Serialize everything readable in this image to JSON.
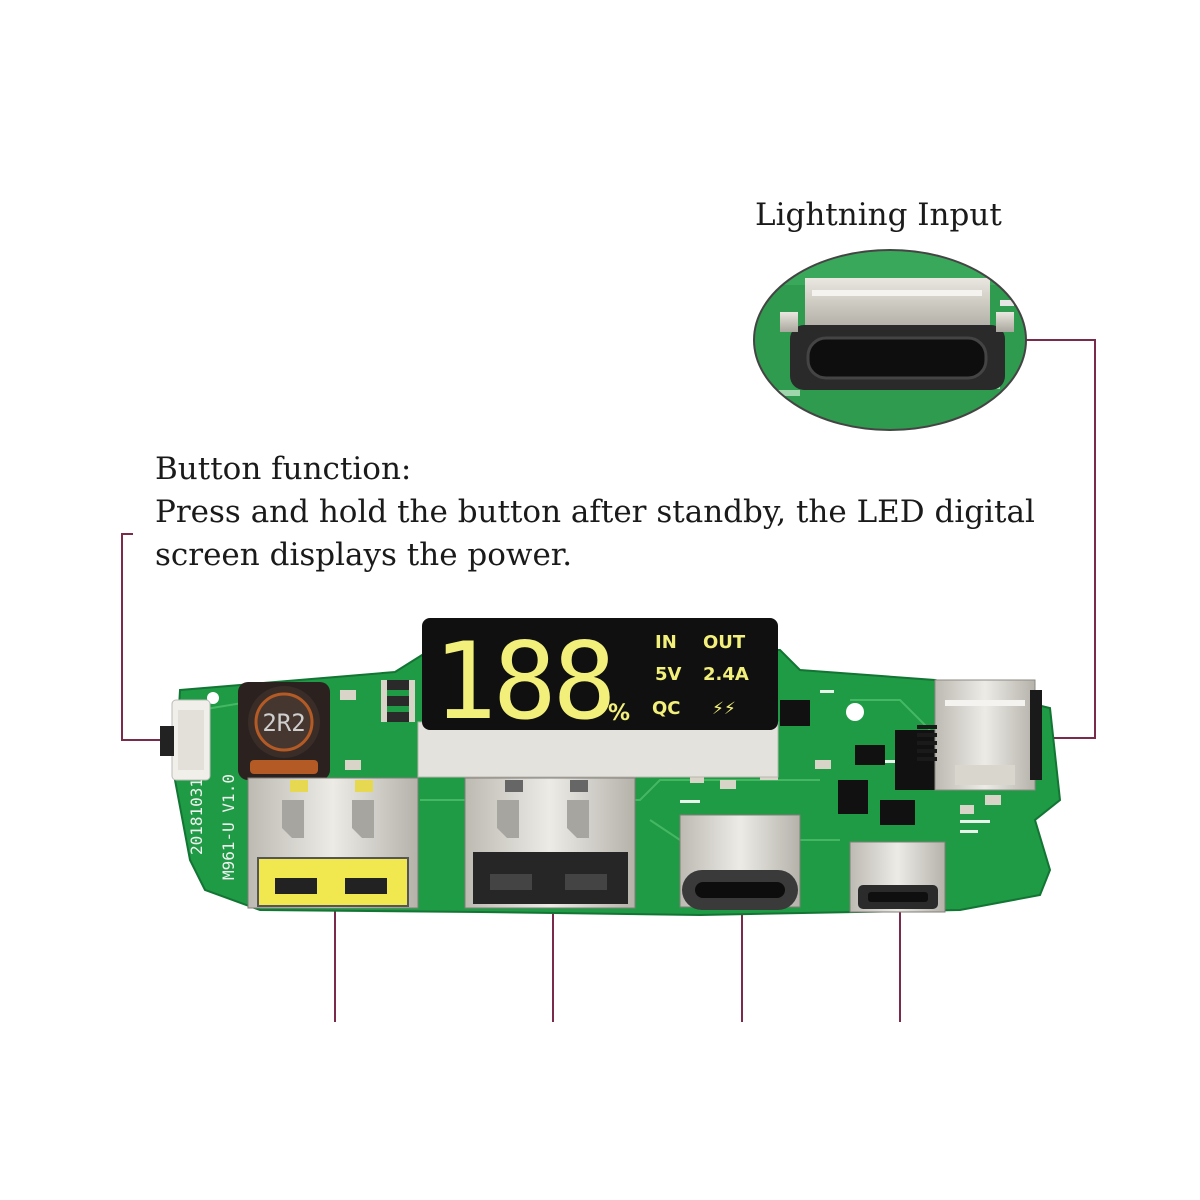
{
  "labels": {
    "lightning_input": "Lightning Input",
    "button_title": "Button function:",
    "button_line1": "Press and hold the button after standby, the LED digital",
    "button_line2": "screen displays the power."
  },
  "display": {
    "digits": "188",
    "percent": "%",
    "in_label": "IN",
    "out_label": "OUT",
    "voltage": "5V",
    "current": "2.4A",
    "qc_label": "QC",
    "bolt_glyph": "⚡⚡"
  },
  "board": {
    "inductor_text": "2R2",
    "model_text": "M961-U V1.0",
    "date_text": "20181031"
  },
  "colors": {
    "pcb": "#1f9a45",
    "leader_line": "#7a2a4a",
    "display_bg": "#101010",
    "display_text": "#f2f07a"
  }
}
